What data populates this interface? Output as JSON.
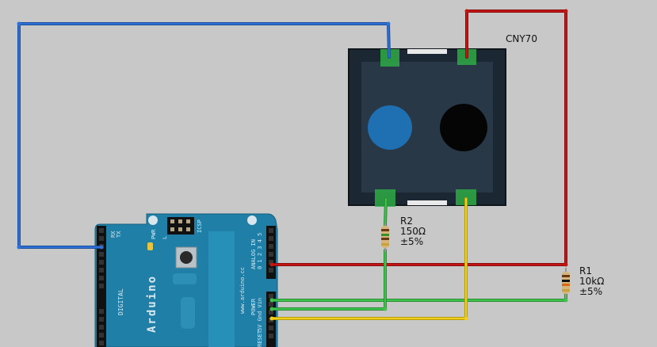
{
  "sensor": {
    "name": "CNY70"
  },
  "r1": {
    "name": "R1",
    "value": "10kΩ",
    "tolerance": "±5%"
  },
  "r2": {
    "name": "R2",
    "value": "150Ω",
    "tolerance": "±5%"
  },
  "arduino": {
    "brand": "Arduino",
    "url": "www.arduino.cc",
    "digital_label": "DIGITAL",
    "icsp_label": "ICSP",
    "pwr_label": "PWR",
    "analog_label": "ANALOG IN",
    "power_label": "POWER",
    "power_pins": "5V Gnd Vin",
    "reset_label": "RESET",
    "analog_pins": "0 1 2 3 4 5",
    "tx_label": "TX",
    "rx_label": "RX",
    "l_label": "L"
  },
  "wire_colors": {
    "blue": "#2f6fd6",
    "red": "#c41515",
    "green": "#3ec44a",
    "yellow": "#f0cf14"
  },
  "colors": {
    "board": "#1f7fa6",
    "sensor_body": "#1b2834",
    "pad": "#2eaa46",
    "emitter": "#1f6fb3",
    "detector": "#050505"
  }
}
